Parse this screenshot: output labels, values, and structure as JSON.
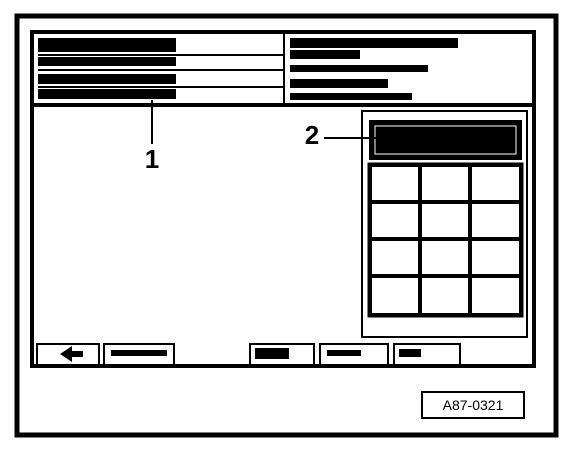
{
  "callouts": {
    "one": "1",
    "two": "2"
  },
  "figure_id": "A87-0321",
  "colors": {
    "ink": "#000000",
    "paper": "#ffffff"
  },
  "icons": {
    "back": "left-arrow-icon"
  }
}
